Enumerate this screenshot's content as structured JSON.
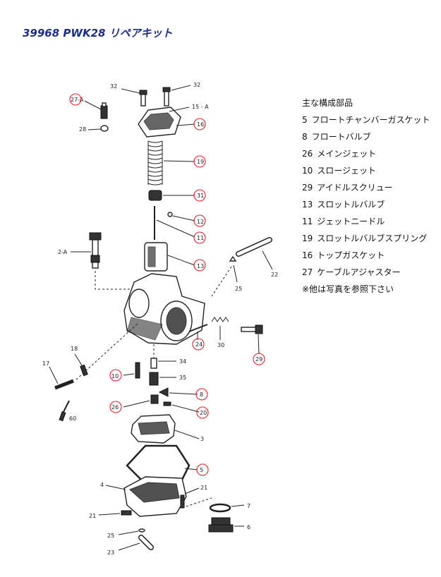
{
  "title": "39968 PWK28 リペアキット",
  "parts_list": {
    "heading": "主な構成部品",
    "items": [
      {
        "num": "5",
        "name": "フロートチャンバーガスケット"
      },
      {
        "num": "8",
        "name": "フロートバルブ"
      },
      {
        "num": "26",
        "name": "メインジェット"
      },
      {
        "num": "10",
        "name": "スロージェット"
      },
      {
        "num": "29",
        "name": "アイドルスクリュー"
      },
      {
        "num": "13",
        "name": "スロットルバルブ"
      },
      {
        "num": "11",
        "name": "ジェットニードル"
      },
      {
        "num": "19",
        "name": "スロットルバルブスプリング"
      },
      {
        "num": "16",
        "name": "トップガスケット"
      },
      {
        "num": "27",
        "name": "ケーブルアジャスター"
      }
    ],
    "note": "※他は写真を参照下さい"
  },
  "diagram_labels": {
    "l32a": "32",
    "l32b": "32",
    "l27a": "27-A",
    "l15a": "15 - A",
    "l28": "28",
    "l16": "16",
    "l19": "19",
    "l31": "31",
    "l12": "12",
    "l11": "11",
    "l2a": "2-A",
    "l13": "13",
    "l22": "22",
    "l25a": "25",
    "l24": "24",
    "l30": "30",
    "l29": "29",
    "l18": "18",
    "l17": "17",
    "l34": "34",
    "l10": "10",
    "l35": "35",
    "l8": "8",
    "l26": "26",
    "l20": "20",
    "l60": "60",
    "l3": "3",
    "l5": "5",
    "l4": "4",
    "l21a": "21",
    "l21b": "21",
    "l7": "7",
    "l25b": "25",
    "l6": "6",
    "l23": "23"
  },
  "highlight_color": "#e8222a",
  "title_color": "#1c2e8c"
}
